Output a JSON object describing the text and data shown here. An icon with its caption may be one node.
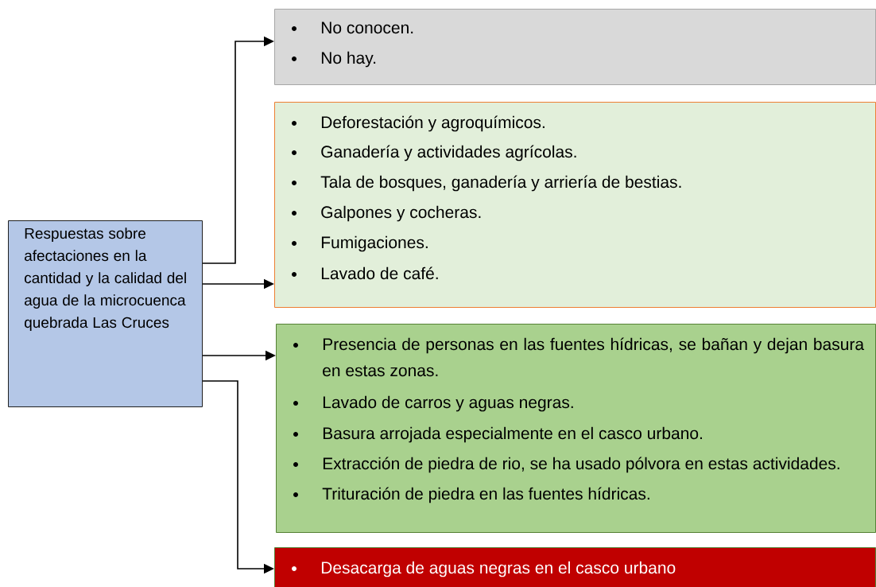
{
  "diagram": {
    "nodes": [
      {
        "text": [
          "Respuestas sobre afectaciones en la cantidad y la calidad del agua de la microcuenca quebrada Las Cruces"
        ]
      },
      {
        "text": [
          "No conocen.",
          "No hay."
        ]
      },
      {
        "text": [
          "Deforestación y agroquímicos.",
          "Ganadería y actividades agrícolas.",
          "Tala de bosques, ganadería y arriería de bestias.",
          "Galpones y cocheras.",
          "Fumigaciones.",
          "Lavado de café."
        ]
      },
      {
        "text": [
          "Presencia de personas en las fuentes hídricas, se bañan y dejan basura en estas zonas.",
          "Lavado de carros y aguas negras.",
          "Basura arrojada especialmente en el casco urbano.",
          "Extracción de piedra de rio, se ha usado pólvora en estas actividades.",
          "Trituración de piedra en las fuentes hídricas."
        ]
      },
      {
        "text": [
          "Desacarga de aguas negras en el casco urbano"
        ]
      }
    ],
    "edges": [
      {
        "from": 0,
        "to": 1,
        "arrow": "to"
      },
      {
        "from": 0,
        "to": 2,
        "arrow": "to"
      },
      {
        "from": 0,
        "to": 3,
        "arrow": "to"
      },
      {
        "from": 0,
        "to": 4,
        "arrow": "to"
      }
    ]
  }
}
